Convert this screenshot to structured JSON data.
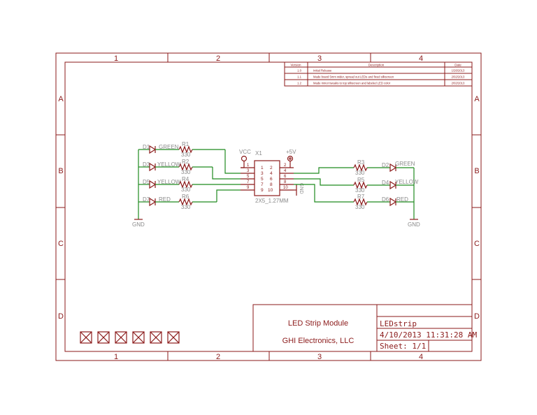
{
  "frame": {
    "columns": [
      "1",
      "2",
      "3",
      "4"
    ],
    "rows": [
      "A",
      "B",
      "C",
      "D"
    ]
  },
  "revision_table": {
    "headers": [
      "Version",
      "Description",
      "Date"
    ],
    "rows": [
      {
        "version": "1.0",
        "description": "Initial Release",
        "date": "1/26/2013"
      },
      {
        "version": "1.1",
        "description": "Made board 5mm wider, spread out LEDs and fixed silkscreen",
        "date": "2/02/2013"
      },
      {
        "version": "1.2",
        "description": "Made minor tweaks to top silkscreen and labeled LED color",
        "date": "2/02/2013"
      }
    ]
  },
  "left_leds": [
    {
      "ref": "D1",
      "color": "GREEN",
      "res": "R1",
      "value": "330"
    },
    {
      "ref": "D3",
      "color": "YELLOW",
      "res": "R2",
      "value": "330"
    },
    {
      "ref": "D5",
      "color": "YELLOW",
      "res": "R4",
      "value": "330"
    },
    {
      "ref": "D7",
      "color": "RED",
      "res": "R6",
      "value": "330"
    }
  ],
  "right_leds": [
    {
      "ref": "D2",
      "color": "GREEN",
      "res": "R3",
      "value": "330"
    },
    {
      "ref": "D4",
      "color": "YELLOW",
      "res": "R5",
      "value": "330"
    },
    {
      "ref": "D6",
      "color": "RED",
      "res": "R7",
      "value": "330"
    }
  ],
  "connector": {
    "ref": "X1",
    "package": "2X5_1.27MM",
    "pins_left_outer": [
      "1",
      "3",
      "5",
      "7",
      "9"
    ],
    "pins_inner_left": [
      "1",
      "3",
      "5",
      "7",
      "9"
    ],
    "pins_inner_right": [
      "2",
      "4",
      "6",
      "8",
      "10"
    ],
    "pins_right_outer": [
      "2",
      "4",
      "6",
      "8",
      "10"
    ]
  },
  "power": {
    "vcc": "VCC",
    "plus5": "+5V",
    "gnd": "GND"
  },
  "title_block": {
    "module_name": "LED Strip Module",
    "company": "GHI Electronics, LLC",
    "file_name": "LEDstrip",
    "timestamp": "4/10/2013 11:31:28 AM",
    "sheet": "Sheet: 1/1"
  },
  "colors": {
    "frame": "#8b1a1a",
    "wire": "#1f8a1f",
    "label": "#8a8a8a"
  }
}
